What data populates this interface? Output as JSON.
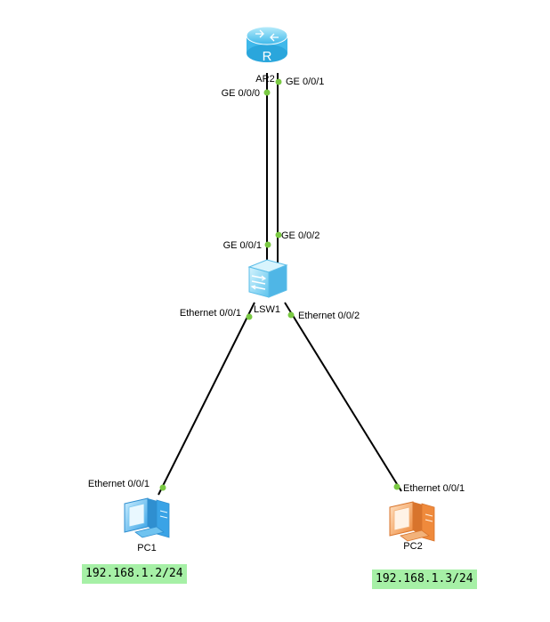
{
  "devices": {
    "router": {
      "name": "AR2",
      "glyph": "R"
    },
    "switch": {
      "name": "LSW1"
    },
    "pc1": {
      "name": "PC1"
    },
    "pc2": {
      "name": "PC2"
    }
  },
  "ports": {
    "ar2_ge000": "GE 0/0/0",
    "ar2_ge001": "GE 0/0/1",
    "lsw1_ge001": "GE 0/0/1",
    "lsw1_ge002": "GE 0/0/2",
    "lsw1_eth001": "Ethernet 0/0/1",
    "lsw1_eth002": "Ethernet 0/0/2",
    "pc1_eth001": "Ethernet 0/0/1",
    "pc2_eth001": "Ethernet 0/0/1"
  },
  "ip_labels": {
    "pc1": "192.168.1.2/24",
    "pc2": "192.168.1.3/24"
  },
  "colors": {
    "link": "#000000",
    "port_dot": "#7ac943",
    "ip_background": "#a6f0a6",
    "router": "#6fd0f5",
    "switch": "#8fd8f5",
    "pc1": "#6fc3f0",
    "pc2": "#f0a060"
  },
  "icons": {
    "router": "router-icon",
    "switch": "switch-icon",
    "pc1": "pc-icon",
    "pc2": "pc-icon"
  }
}
